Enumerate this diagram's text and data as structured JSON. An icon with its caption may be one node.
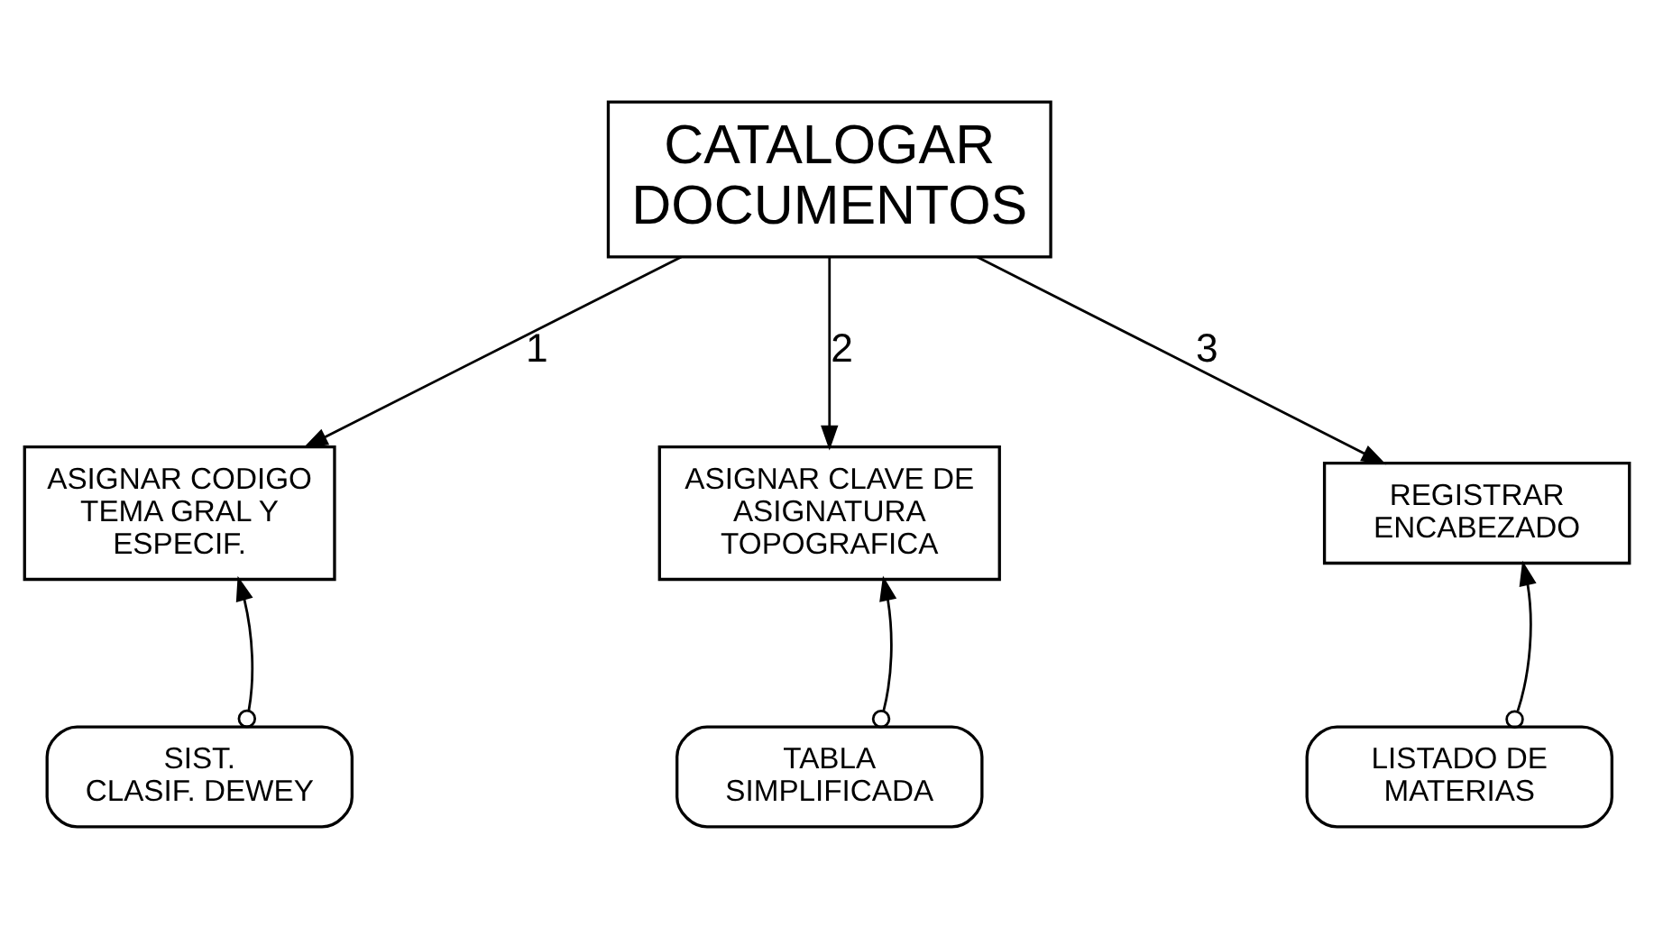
{
  "diagram": {
    "nodes": [
      {
        "text": [
          "CATALOGAR DOCUMENTOS"
        ]
      },
      {
        "text": [
          "ASIGNAR CODIGO TEMA GRAL Y ESPECIF."
        ]
      },
      {
        "text": [
          "ASIGNAR CLAVE DE ASIGNATURA TOPOGRAFICA"
        ]
      },
      {
        "text": [
          "REGISTRAR ENCABEZADO"
        ]
      },
      {
        "text": [
          "SIST. CLASIF. DEWEY"
        ]
      },
      {
        "text": [
          "TABLA SIMPLIFICADA"
        ]
      },
      {
        "text": [
          "LISTADO DE MATERIAS"
        ]
      }
    ],
    "edges": [
      {
        "from": 0,
        "to": 1,
        "arrow": "to",
        "label": "1"
      },
      {
        "from": 0,
        "to": 2,
        "arrow": "to",
        "label": "2"
      },
      {
        "from": 0,
        "to": 3,
        "arrow": "to",
        "label": "3"
      },
      {
        "from": 4,
        "to": 1,
        "arrow": "to"
      },
      {
        "from": 5,
        "to": 2,
        "arrow": "to"
      },
      {
        "from": 6,
        "to": 3,
        "arrow": "to"
      }
    ]
  }
}
